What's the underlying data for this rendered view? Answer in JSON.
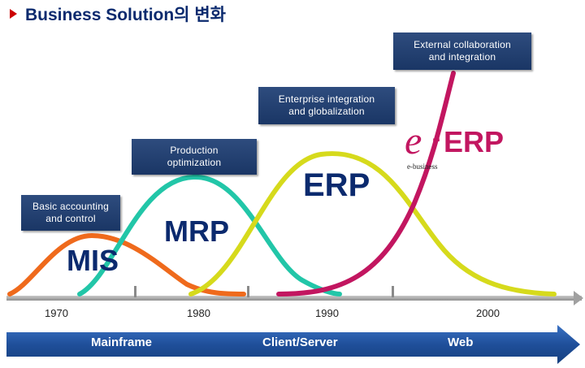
{
  "title": {
    "text": "Business Solution의 변화",
    "marker_color": "#cc0000"
  },
  "boxes": [
    {
      "lines": [
        "Basic accounting",
        "and control"
      ]
    },
    {
      "lines": [
        "Production",
        "optimization"
      ]
    },
    {
      "lines": [
        "Enterprise integration",
        "and globalization"
      ]
    },
    {
      "lines": [
        "External collaboration",
        "and integration"
      ]
    }
  ],
  "labels": {
    "mis": "MIS",
    "mrp": "MRP",
    "erp": "ERP",
    "eerp_e": "e",
    "eerp_dash": "-",
    "eerp_text": "ERP",
    "ebusiness": "e-business"
  },
  "years": [
    "1970",
    "1980",
    "1990",
    "2000"
  ],
  "eras": [
    "Mainframe",
    "Client/Server",
    "Web"
  ],
  "colors": {
    "mis": "#ef6a1c",
    "mrp": "#22c6a8",
    "erp": "#d6da1c",
    "eerp": "#c21660",
    "box": "#1f3a6b",
    "arrow": "#1f4f9a",
    "label": "#0b2a6e"
  }
}
